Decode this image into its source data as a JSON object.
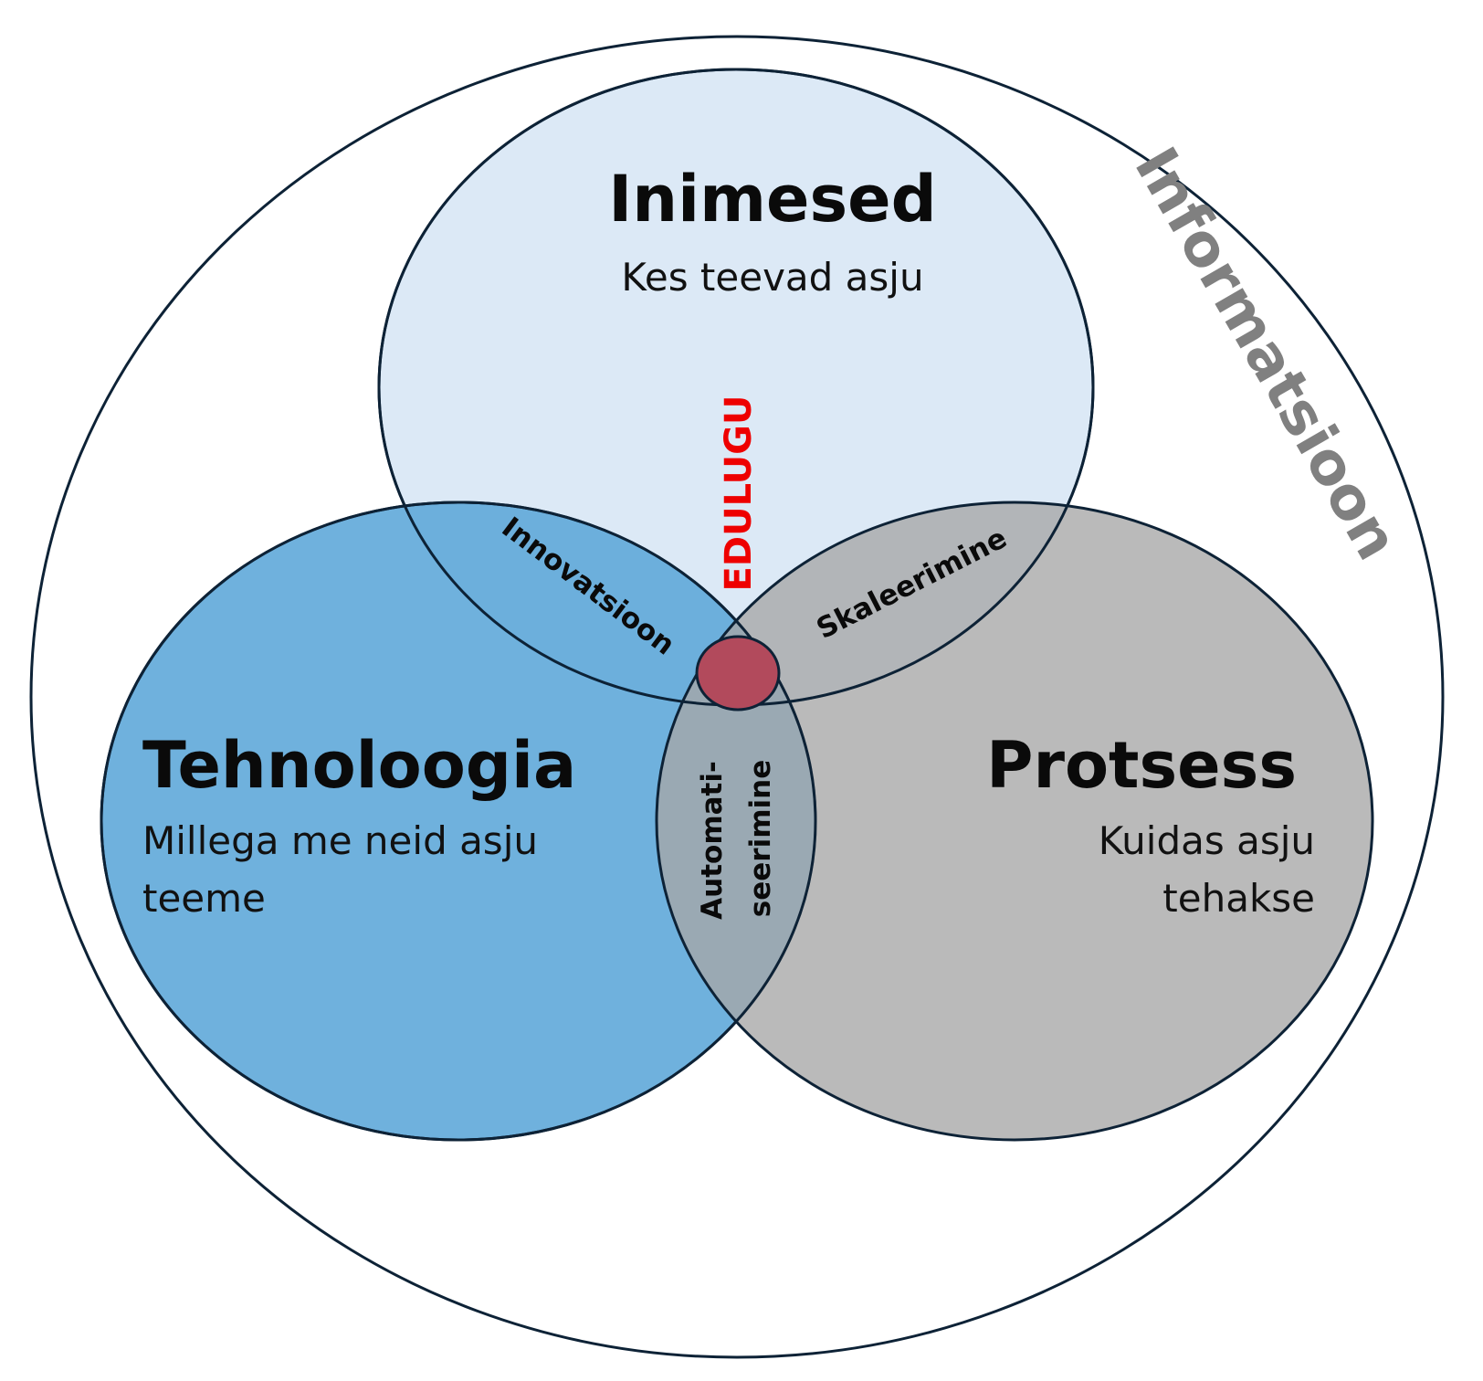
{
  "outer": {
    "label": "Informatsioon"
  },
  "circles": {
    "people": {
      "title": "Inimesed",
      "subtitle": "Kes teevad asju",
      "color": "#dce9f6"
    },
    "technology": {
      "title": "Tehnoloogia",
      "subtitle_line1": "Millega me neid asju",
      "subtitle_line2": "teeme",
      "color": "#5fa8d9"
    },
    "process": {
      "title": "Protsess",
      "subtitle_line1": "Kuidas asju",
      "subtitle_line2": "tehakse",
      "color": "#a6a6a6"
    }
  },
  "overlaps": {
    "people_technology": "Innovatsioon",
    "people_process": "Skaleerimine",
    "technology_process_line1": "Automati-",
    "technology_process_line2": "seerimine"
  },
  "center": {
    "label": "EDULUGU",
    "color": "#b24a5c"
  }
}
